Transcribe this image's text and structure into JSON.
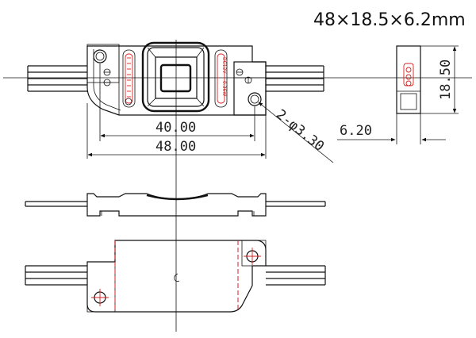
{
  "title": "48×18.5×6.2mm",
  "dimensions": {
    "hole_pitch": "40.00",
    "overall_length": "48.00",
    "hole_spec": "2-φ3.30",
    "thickness": "6.20",
    "width": "18.50"
  },
  "labels": {
    "side_top": "DC12V",
    "side_bottom": "0.36W"
  },
  "colors": {
    "line": "#111111",
    "accent": "#d42020"
  }
}
